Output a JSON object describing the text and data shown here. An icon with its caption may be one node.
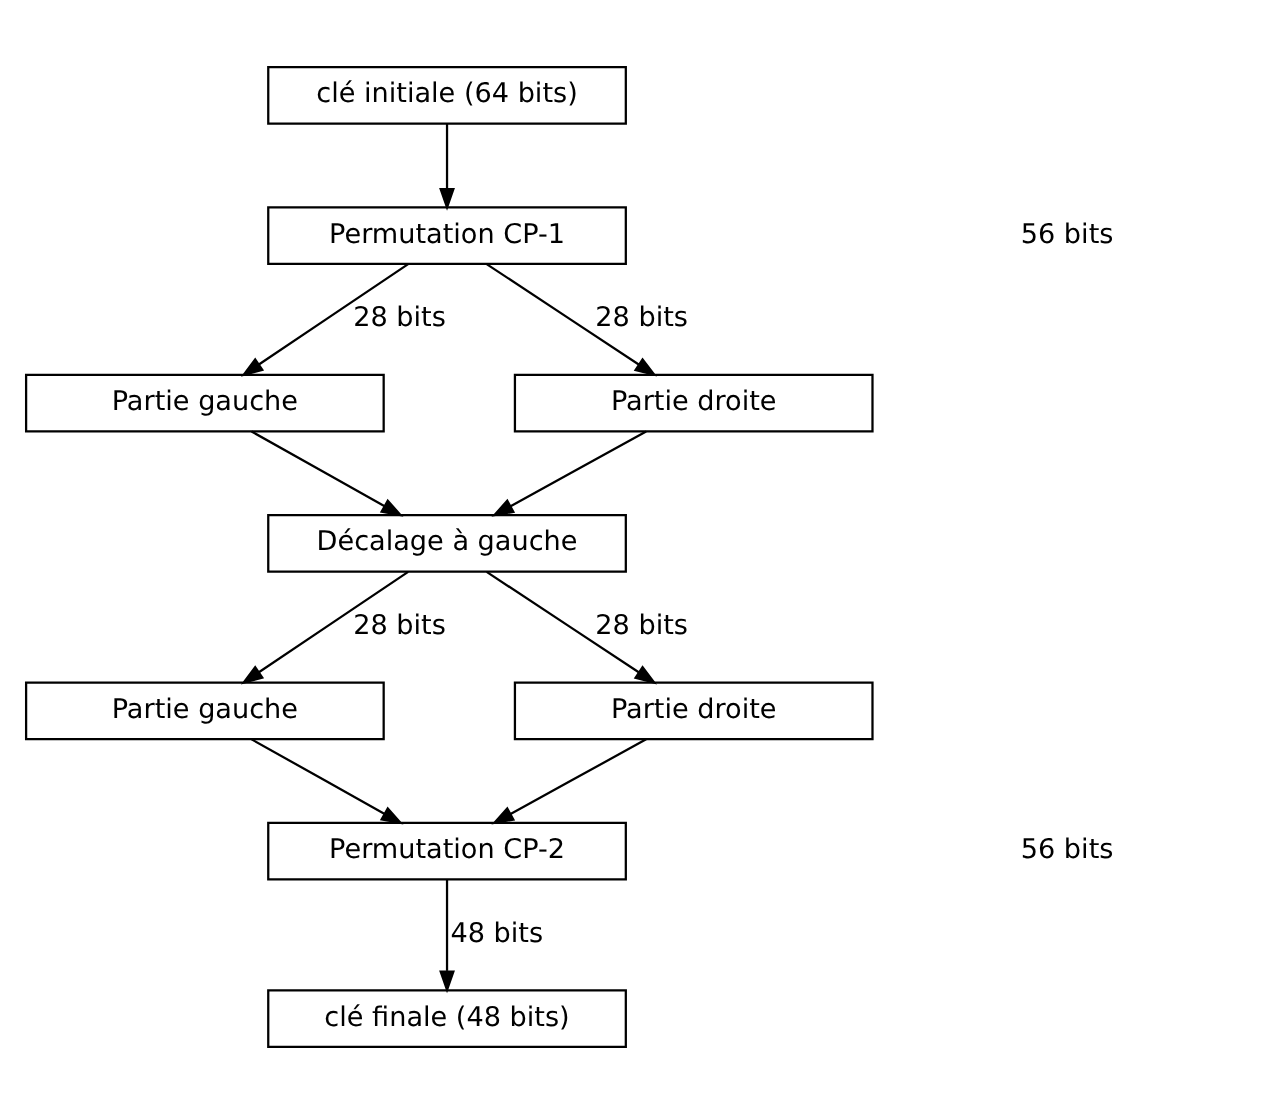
{
  "diagram": {
    "nodes": [
      {
        "text": [
          "clé initiale (64 bits)"
        ]
      },
      {
        "text": [
          "Permutation CP-1"
        ]
      },
      {
        "text": [
          "Partie gauche"
        ]
      },
      {
        "text": [
          "Partie droite"
        ]
      },
      {
        "text": [
          "Décalage à gauche"
        ]
      },
      {
        "text": [
          "Partie gauche"
        ]
      },
      {
        "text": [
          "Partie droite"
        ]
      },
      {
        "text": [
          "Permutation CP-2"
        ]
      },
      {
        "text": [
          "clé finale (48 bits)"
        ]
      }
    ],
    "edges": [
      {
        "from": 0,
        "to": 1,
        "arrow": "to"
      },
      {
        "from": 1,
        "to": 2,
        "arrow": "to",
        "label": "28 bits"
      },
      {
        "from": 1,
        "to": 3,
        "arrow": "to",
        "label": "28 bits"
      },
      {
        "from": 2,
        "to": 4,
        "arrow": "to"
      },
      {
        "from": 3,
        "to": 4,
        "arrow": "to"
      },
      {
        "from": 4,
        "to": 5,
        "arrow": "to",
        "label": "28 bits"
      },
      {
        "from": 4,
        "to": 6,
        "arrow": "to",
        "label": "28 bits"
      },
      {
        "from": 5,
        "to": 7,
        "arrow": "to"
      },
      {
        "from": 6,
        "to": 7,
        "arrow": "to"
      },
      {
        "from": 7,
        "to": 8,
        "arrow": "to",
        "label": "48 bits"
      }
    ],
    "labels": [
      "56 bits",
      "56 bits"
    ]
  }
}
